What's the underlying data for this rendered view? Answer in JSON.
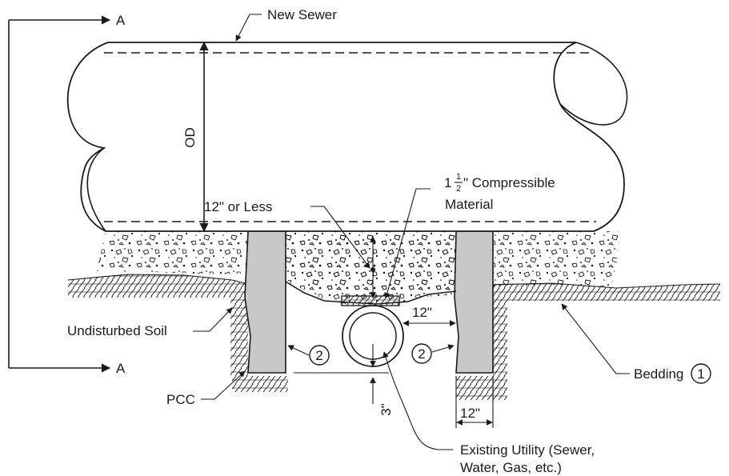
{
  "labels": {
    "section_a_top": "A",
    "section_a_bottom": "A",
    "new_sewer": "New Sewer",
    "od": "OD",
    "twelve_or_less": "12\" or Less",
    "compressible_whole": "1",
    "compressible_num": "1",
    "compressible_den": "2",
    "compressible_text": "\" Compressible",
    "compressible_line2": "Material",
    "dim_12_mid": "12\"",
    "dim_12_bottom": "12\"",
    "dim_3": "3\"",
    "callout_2_left": "2",
    "callout_2_right": "2",
    "undisturbed_soil": "Undisturbed Soil",
    "pcc": "PCC",
    "bedding": "Bedding",
    "bedding_num": "1",
    "existing_utility_line1": "Existing Utility (Sewer,",
    "existing_utility_line2": "Water, Gas, etc.)"
  },
  "colors": {
    "ink": "#1a1a1a",
    "pcc_fill": "#c8c8c8",
    "background": "#ffffff"
  }
}
